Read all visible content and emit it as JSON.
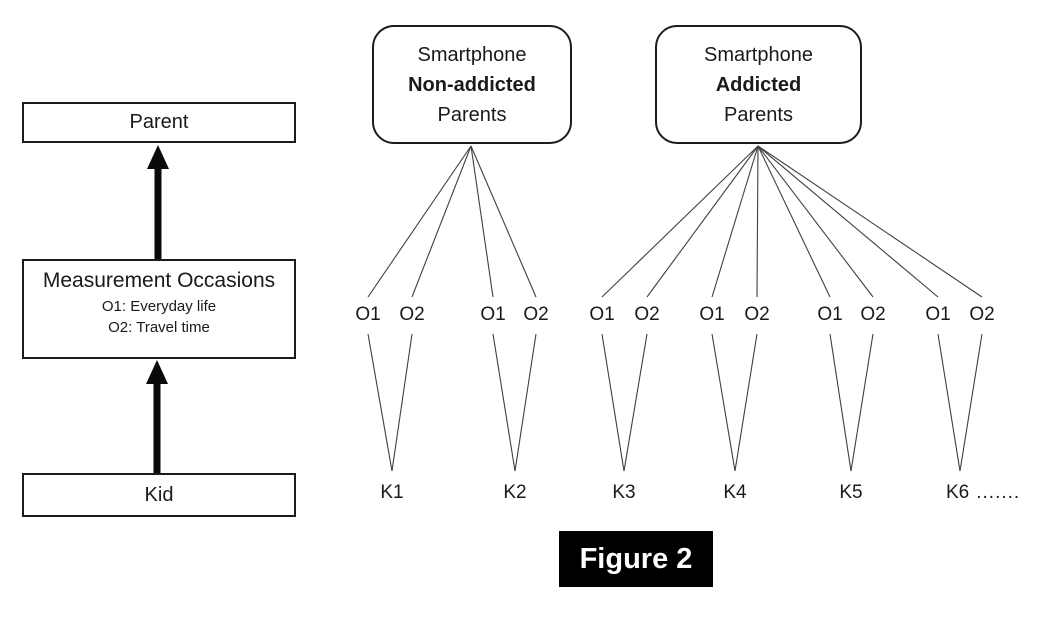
{
  "figure": {
    "caption": "Figure 2"
  },
  "hierarchy_panel": {
    "parent_label": "Parent",
    "measurement": {
      "title": "Measurement Occasions",
      "occasion1": "O1: Everyday life",
      "occasion2": "O2: Travel time"
    },
    "kid_label": "Kid"
  },
  "groups": [
    {
      "title_top": "Smartphone",
      "title_emphasis": "Non-addicted",
      "title_bottom": "Parents",
      "kids": [
        {
          "label": "K1",
          "occasions": [
            "O1",
            "O2"
          ]
        },
        {
          "label": "K2",
          "occasions": [
            "O1",
            "O2"
          ]
        }
      ]
    },
    {
      "title_top": "Smartphone",
      "title_emphasis": "Addicted",
      "title_bottom": "Parents",
      "kids": [
        {
          "label": "K3",
          "occasions": [
            "O1",
            "O2"
          ]
        },
        {
          "label": "K4",
          "occasions": [
            "O1",
            "O2"
          ]
        },
        {
          "label": "K5",
          "occasions": [
            "O1",
            "O2"
          ]
        },
        {
          "label": "K6",
          "suffix": ".......",
          "occasions": [
            "O1",
            "O2"
          ]
        }
      ]
    }
  ],
  "colors": {
    "ink": "#1a1a1a",
    "line": "#404040",
    "border": "#1c1c1c",
    "caption_bg": "#000000",
    "caption_fg": "#ffffff",
    "background": "#ffffff"
  }
}
